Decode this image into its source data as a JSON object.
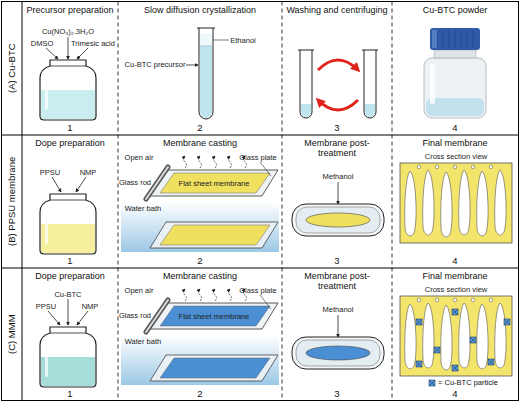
{
  "diagram": {
    "nodes": [
      {
        "text": [
          "(A) Cu-BTC"
        ]
      },
      {
        "text": [
          "Precursor preparation",
          "1"
        ],
        "in": 0
      },
      {
        "text": [
          "Slow diffusion crystallization",
          "2"
        ],
        "in": 0
      },
      {
        "text": [
          "Washing and centrifuging",
          "3"
        ],
        "in": 0
      },
      {
        "text": [
          "Cu-BTC powder",
          "4"
        ],
        "in": 0
      },
      {
        "text": [
          "(B) PPSU membrane"
        ]
      },
      {
        "text": [
          "Dope preparation",
          "1"
        ],
        "in": 5
      },
      {
        "text": [
          "Membrane casting",
          "2"
        ],
        "in": 5
      },
      {
        "text": [
          "Membrane post- treatment",
          "3"
        ],
        "in": 5
      },
      {
        "text": [
          "Final membrane",
          "4"
        ],
        "in": 5
      },
      {
        "text": [
          "(C) MMM"
        ]
      },
      {
        "text": [
          "Dope preparation",
          "1"
        ],
        "in": 10
      },
      {
        "text": [
          "Membrane casting",
          "2"
        ],
        "in": 10
      },
      {
        "text": [
          "Membrane post- treatment",
          "3"
        ],
        "in": 10
      },
      {
        "text": [
          "Final membrane",
          "4"
        ],
        "in": 10
      }
    ],
    "labels": [
      "Cu(NO₃)₂.3H₂O",
      "DMSO",
      "Trimesic acid",
      "Cu-BTC precursor",
      "Ethanol",
      "PPSU",
      "NMP",
      "Open air",
      "Glass rod",
      "Flat sheet membrane",
      "Glass plate",
      "Water bath",
      "Methanol",
      "Cross section view",
      "Cu-BTC",
      "PPSU",
      "NMP",
      "Open air",
      "Glass rod",
      "Flat sheet membrane",
      "Glass plate",
      "Water bath",
      "Methanol",
      "Cross section view"
    ],
    "legend": [
      {
        "text": "= Cu-BTC particle"
      }
    ]
  }
}
